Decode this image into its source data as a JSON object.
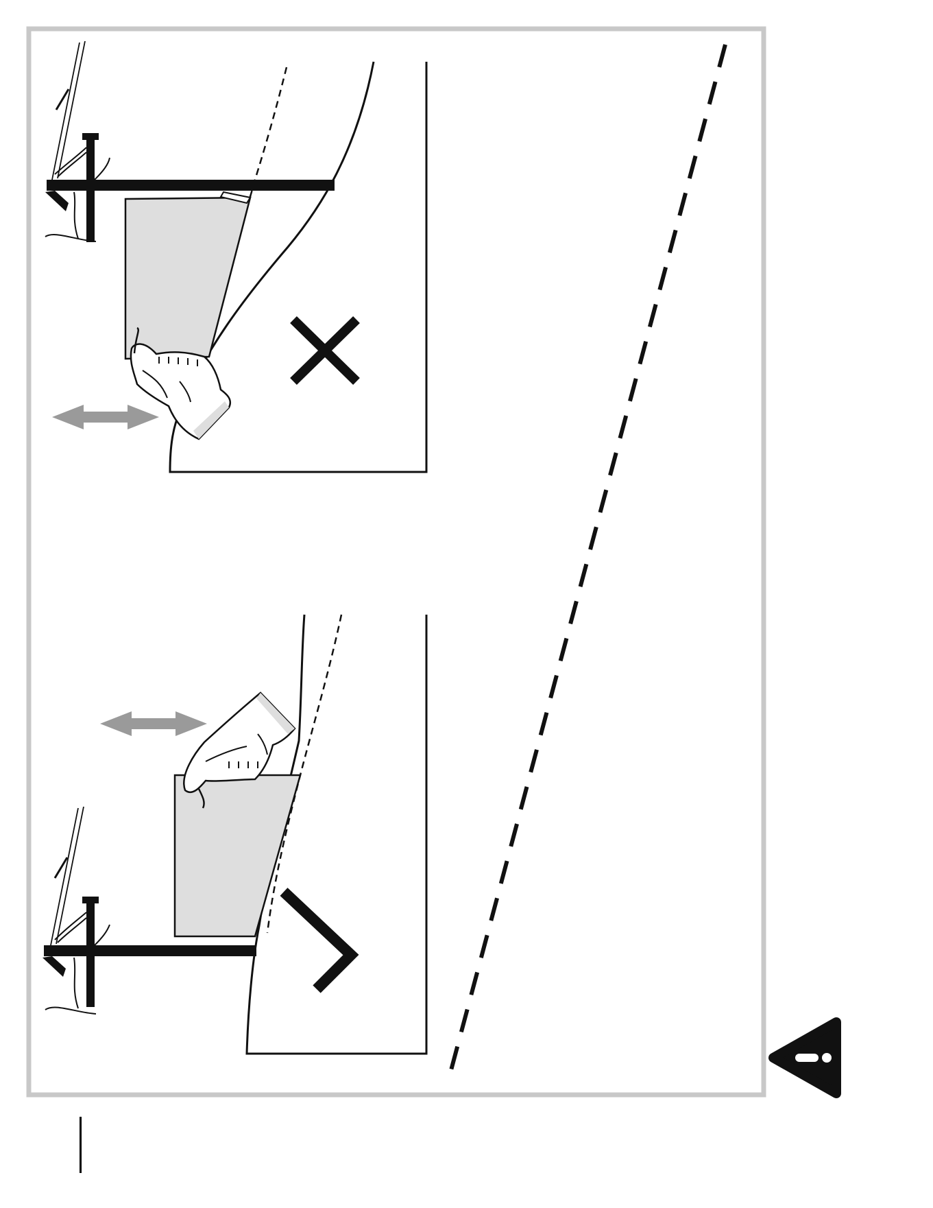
{
  "colors": {
    "frame": "#c8c8c8",
    "ink": "#111111",
    "paper_fill": "#dedede",
    "arrow": "#9a9a9a",
    "background": "#ffffff"
  },
  "illustrations": [
    {
      "id": "incorrect",
      "mark": "cross-icon",
      "status": "incorrect"
    },
    {
      "id": "correct",
      "mark": "check-icon",
      "status": "correct"
    }
  ],
  "icons": {
    "warning": "warning-triangle-icon",
    "move": "double-arrow-icon",
    "hand": "hand-icon",
    "sheet": "paper-sheet-icon",
    "roller": "feed-roller-icon"
  }
}
